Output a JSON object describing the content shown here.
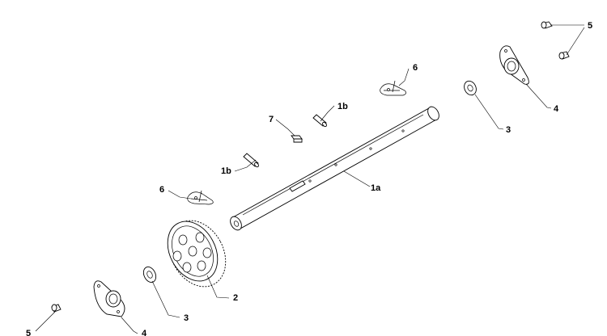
{
  "diagram": {
    "callouts": {
      "shaft": "1a",
      "pin_upper": "1b",
      "pin_lower": "1b",
      "gear": "2",
      "washer_right": "3",
      "washer_left": "3",
      "flange_right": "4",
      "flange_left": "4",
      "bolts_right": "5",
      "bolts_left": "5",
      "clip_right": "6",
      "clip_left": "6",
      "key": "7"
    },
    "colors": {
      "line": "#000000",
      "background": "#ffffff"
    }
  }
}
